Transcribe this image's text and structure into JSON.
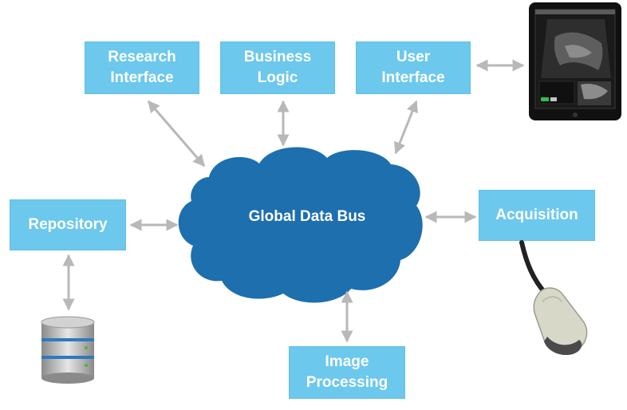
{
  "nodes": {
    "research": {
      "line1": "Research",
      "line2": "Interface"
    },
    "business": {
      "line1": "Business",
      "line2": "Logic"
    },
    "user": {
      "line1": "User",
      "line2": "Interface"
    },
    "repository": {
      "label": "Repository"
    },
    "bus": {
      "label": "Global Data Bus"
    },
    "acquisition": {
      "label": "Acquisition"
    },
    "image": {
      "line1": "Image",
      "line2": "Processing"
    }
  },
  "colors": {
    "box": "#6cc8ec",
    "cloud": "#1d6fae",
    "arrow": "#b8b8b8",
    "text": "#ffffff"
  },
  "icons": [
    "tablet-ultrasound-icon",
    "database-icon",
    "ultrasound-probe-icon"
  ]
}
